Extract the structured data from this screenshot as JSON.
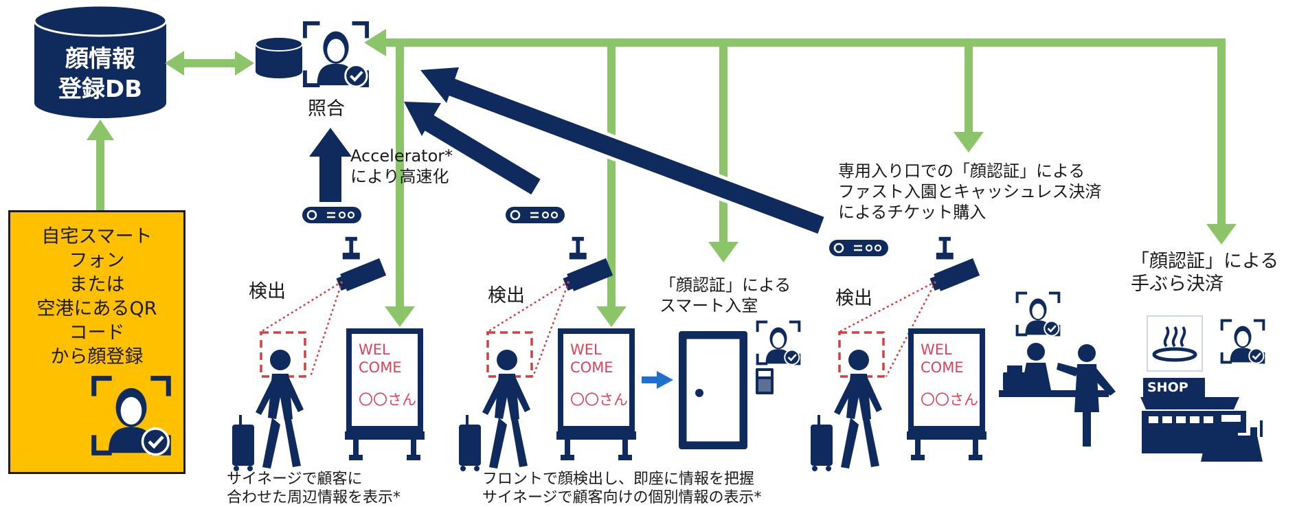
{
  "db": {
    "title": "顔情報\n登録DB"
  },
  "matching": {
    "label": "照合"
  },
  "accelerator": {
    "label": "Accelerator*\nにより高速化"
  },
  "registration": {
    "label": "自宅スマート\nフォン\nまたは\n空港にあるQR\nコード\nから顔登録"
  },
  "detection": {
    "label1": "検出",
    "label2": "検出",
    "label3": "検出"
  },
  "signage": {
    "welcome": "WEL\nCOME",
    "guest": "〇〇さん"
  },
  "room": {
    "label": "「顔認証」による\nスマート入室"
  },
  "entrance": {
    "label": "専用入り口での「顔認証」による\nファスト入園とキャッシュレス決済\nによるチケット購入"
  },
  "payment": {
    "label": "「顔認証」による\n手ぶら決済"
  },
  "shop": {
    "sign": "SHOP"
  },
  "captions": {
    "left": "サイネージで顧客に\n合わせた周辺情報を表示*",
    "middle": "フロントで顔検出し、即座に情報を把握\nサイネージで顧客向けの個別情報の表示*"
  },
  "colors": {
    "navy": "#0f2a5c",
    "green": "#8cc46a",
    "yellow": "#ffc000",
    "red": "#d04040",
    "blue": "#1f6fcf"
  }
}
